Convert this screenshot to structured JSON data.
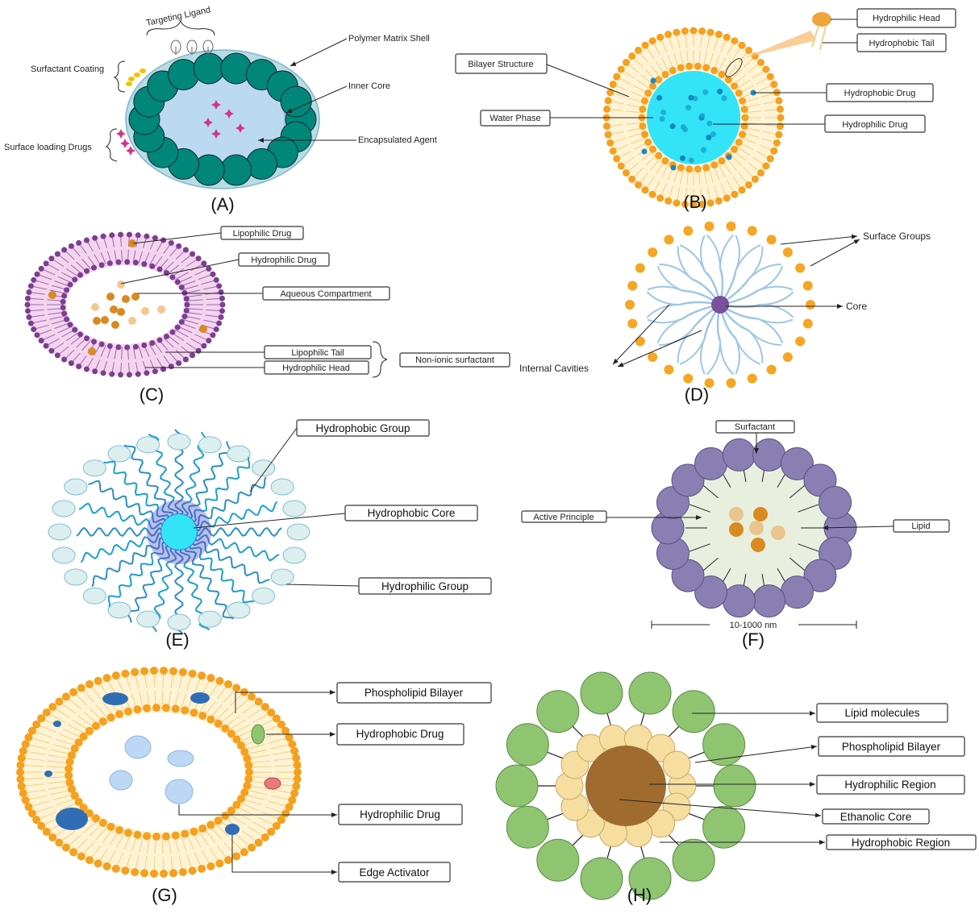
{
  "panels": {
    "A": {
      "caption": "(A)",
      "targeting_ligand": "Targeting Ligand",
      "polymer_matrix_shell": "Polymer Matrix Shell",
      "inner_core": "Inner Core",
      "encapsulated_agent": "Encapsulated Agent",
      "surfactant_coating": "Surfactant Coating",
      "surface_loading_drugs": "Surface loading Drugs"
    },
    "B": {
      "caption": "(B)",
      "hydrophilic_head": "Hydrophilic Head",
      "hydrophobic_tail": "Hydrophobic Tail",
      "bilayer_structure": "Bilayer Structure",
      "water_phase": "Water Phase",
      "hydrophobic_drug": "Hydrophobic Drug",
      "hydrophilic_drug": "Hydrophilic Drug"
    },
    "C": {
      "caption": "(C)",
      "lipophilic_drug": "Lipophilic Drug",
      "hydrophilic_drug": "Hydrophilic Drug",
      "aqueous_compartment": "Aqueous Compartment",
      "lipophilic_tail": "Lipophilic Tail",
      "hydrophilic_head": "Hydrophilic Head",
      "non_ionic_surfactant": "Non-ionic surfactant"
    },
    "D": {
      "caption": "(D)",
      "surface_groups": "Surface Groups",
      "core": "Core",
      "internal_cavities": "Internal Cavities"
    },
    "E": {
      "caption": "(E)",
      "hydrophobic_group": "Hydrophobic Group",
      "hydrophobic_core": "Hydrophobic Core",
      "hydrophilic_group": "Hydrophilic Group"
    },
    "F": {
      "caption": "(F)",
      "surfactant": "Surfactant",
      "active_principle": "Active Principle",
      "lipid": "Lipid",
      "scale": "10-1000 nm"
    },
    "G": {
      "caption": "(G)",
      "phospholipid_bilayer": "Phospholipid Bilayer",
      "hydrophobic_drug": "Hydrophobic Drug",
      "hydrophilic_drug": "Hydrophilic Drug",
      "edge_activator": "Edge Activator"
    },
    "H": {
      "caption": "(H)",
      "lipid_molecules": "Lipid molecules",
      "phospholipid_bilayer": "Phospholipid Bilayer",
      "hydrophilic_region": "Hydrophilic Region",
      "ethanolic_core": "Ethanolic Core",
      "hydrophobic_region": "Hydrophobic Region"
    }
  },
  "colors": {
    "teal": "#00877a",
    "orange": "#f5a623",
    "cyan": "#33e3f8",
    "purple": "#7b3f8f",
    "green": "#8fc471",
    "brown": "#a06b2f",
    "violet": "#8a7fb3"
  }
}
